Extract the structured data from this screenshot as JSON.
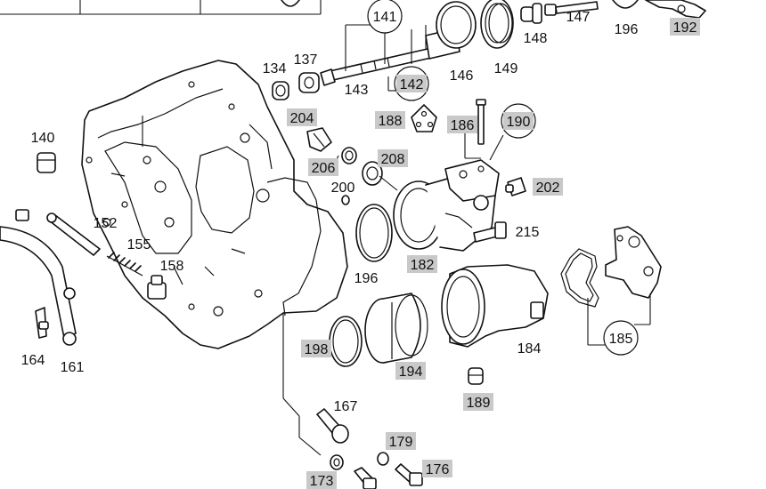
{
  "diagram": {
    "labels": [
      {
        "id": "141",
        "text": "141",
        "highlighted": false,
        "circled": true
      },
      {
        "id": "142",
        "text": "142",
        "highlighted": true,
        "circled": true
      },
      {
        "id": "143",
        "text": "143",
        "highlighted": false,
        "circled": false
      },
      {
        "id": "146",
        "text": "146",
        "highlighted": false,
        "circled": false
      },
      {
        "id": "149",
        "text": "149",
        "highlighted": false,
        "circled": false
      },
      {
        "id": "148",
        "text": "148",
        "highlighted": false,
        "circled": false
      },
      {
        "id": "147",
        "text": "147",
        "highlighted": false,
        "circled": false
      },
      {
        "id": "196a",
        "text": "196",
        "highlighted": false,
        "circled": false
      },
      {
        "id": "192",
        "text": "192",
        "highlighted": true,
        "circled": false
      },
      {
        "id": "134",
        "text": "134",
        "highlighted": false,
        "circled": false
      },
      {
        "id": "137",
        "text": "137",
        "highlighted": false,
        "circled": false
      },
      {
        "id": "204",
        "text": "204",
        "highlighted": true,
        "circled": false
      },
      {
        "id": "188",
        "text": "188",
        "highlighted": true,
        "circled": false
      },
      {
        "id": "186",
        "text": "186",
        "highlighted": true,
        "circled": false
      },
      {
        "id": "190",
        "text": "190",
        "highlighted": true,
        "circled": true
      },
      {
        "id": "140",
        "text": "140",
        "highlighted": false,
        "circled": false
      },
      {
        "id": "206",
        "text": "206",
        "highlighted": true,
        "circled": false
      },
      {
        "id": "208",
        "text": "208",
        "highlighted": true,
        "circled": false
      },
      {
        "id": "200",
        "text": "200",
        "highlighted": false,
        "circled": false
      },
      {
        "id": "202",
        "text": "202",
        "highlighted": true,
        "circled": false
      },
      {
        "id": "152",
        "text": "152",
        "highlighted": false,
        "circled": false
      },
      {
        "id": "215",
        "text": "215",
        "highlighted": false,
        "circled": false
      },
      {
        "id": "155",
        "text": "155",
        "highlighted": false,
        "circled": false
      },
      {
        "id": "182",
        "text": "182",
        "highlighted": true,
        "circled": false
      },
      {
        "id": "158",
        "text": "158",
        "highlighted": false,
        "circled": false
      },
      {
        "id": "196b",
        "text": "196",
        "highlighted": false,
        "circled": false
      },
      {
        "id": "185",
        "text": "185",
        "highlighted": false,
        "circled": true
      },
      {
        "id": "184",
        "text": "184",
        "highlighted": false,
        "circled": false
      },
      {
        "id": "198",
        "text": "198",
        "highlighted": true,
        "circled": false
      },
      {
        "id": "164",
        "text": "164",
        "highlighted": false,
        "circled": false
      },
      {
        "id": "161",
        "text": "161",
        "highlighted": false,
        "circled": false
      },
      {
        "id": "194",
        "text": "194",
        "highlighted": true,
        "circled": false
      },
      {
        "id": "189",
        "text": "189",
        "highlighted": true,
        "circled": false
      },
      {
        "id": "167",
        "text": "167",
        "highlighted": false,
        "circled": false
      },
      {
        "id": "179",
        "text": "179",
        "highlighted": true,
        "circled": false
      },
      {
        "id": "176",
        "text": "176",
        "highlighted": true,
        "circled": false
      },
      {
        "id": "173",
        "text": "173",
        "highlighted": true,
        "circled": false
      }
    ],
    "colors": {
      "highlight": "#c9c9c9",
      "line": "#111111",
      "background": "#ffffff"
    }
  }
}
